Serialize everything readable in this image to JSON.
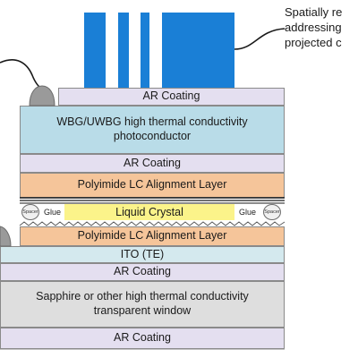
{
  "callout": {
    "line1": "Spatially re",
    "line2": "addressing",
    "line3": "projected c"
  },
  "layers": {
    "ar_top": "AR Coating",
    "photoconductor_line1": "WBG/UWBG high thermal conductivity",
    "photoconductor_line2": "photoconductor",
    "ar_mid": "AR Coating",
    "polyimide_top": "Polyimide LC Alignment Layer",
    "liquid_crystal": "Liquid Crystal",
    "polyimide_bottom": "Polyimide LC Alignment Layer",
    "ito": "ITO (TE)",
    "ar_lower": "AR Coating",
    "sapphire_line1": "Sapphire or other high thermal conductivity",
    "sapphire_line2": "transparent window",
    "ar_bottom": "AR Coating"
  },
  "spacer_label": "Spacer",
  "glue_label": "Glue",
  "colors": {
    "light_bars": "#1a7fd6",
    "ar_coating": "#e4dff0",
    "photoconductor": "#b9dce8",
    "polyimide": "#f5c59a",
    "liquid_crystal": "#fbf38a",
    "ito": "#d4e9ee",
    "sapphire": "#dedede",
    "electrode_contact": "#9a9a9a"
  }
}
